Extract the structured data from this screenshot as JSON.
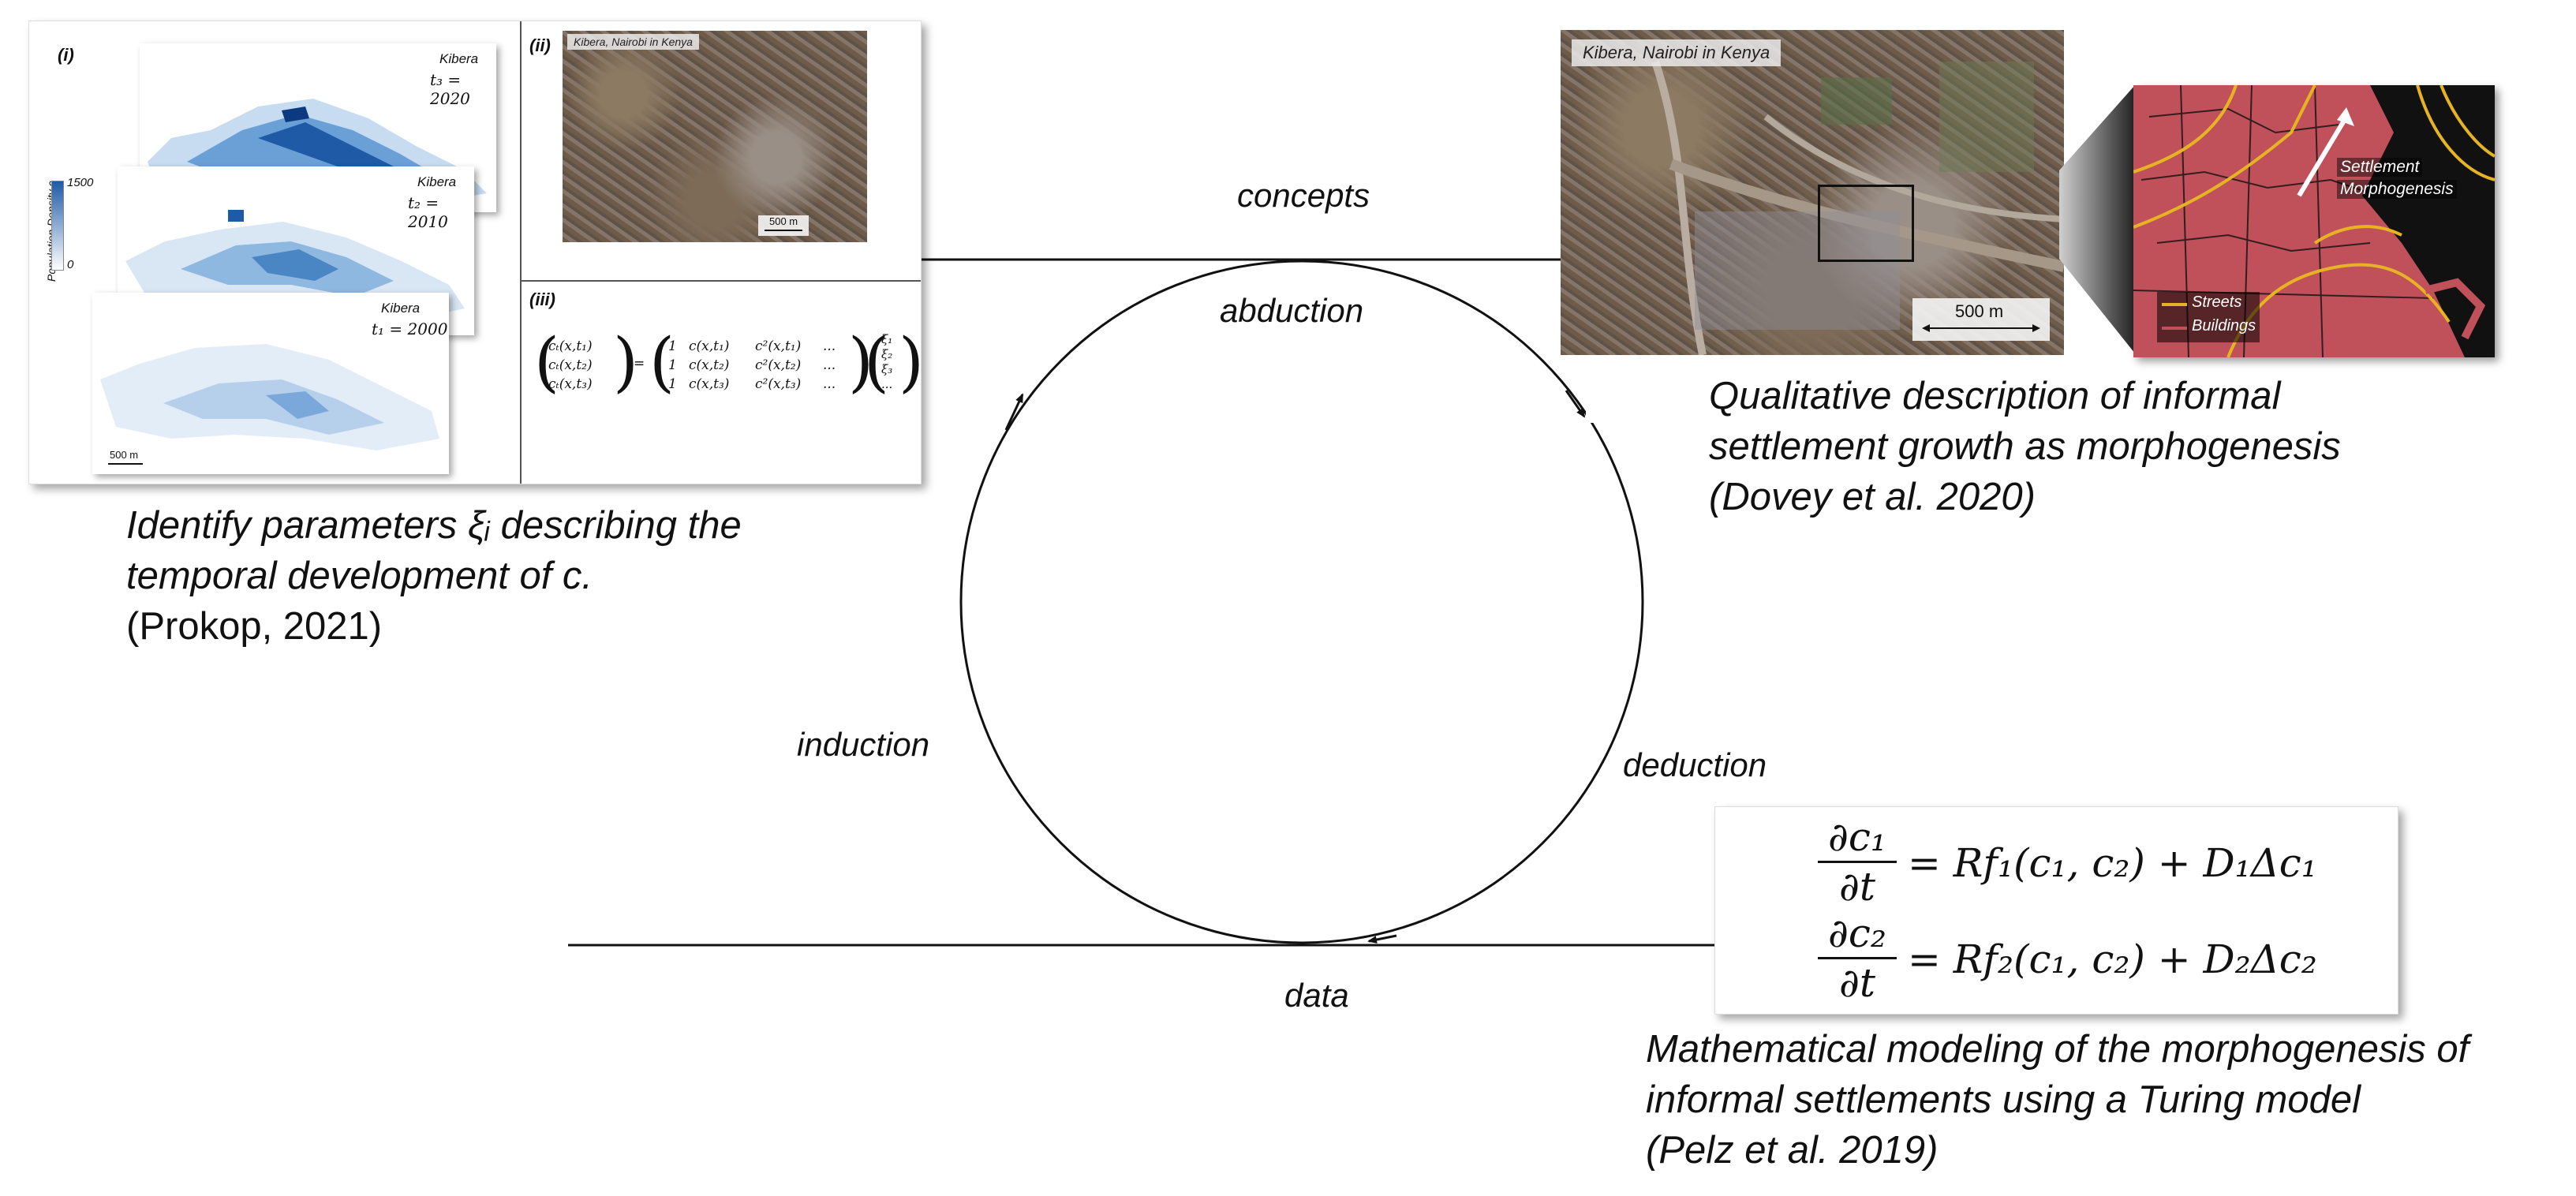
{
  "cycle": {
    "concepts": "concepts",
    "abduction": "abduction",
    "deduction": "deduction",
    "induction": "induction",
    "data": "data"
  },
  "top_left": {
    "panel_i": "(i)",
    "panel_ii": "(ii)",
    "panel_iii": "(iii)",
    "colorbar_title": "Population Density c",
    "colorbar_max": "1500",
    "colorbar_min": "0",
    "maps": [
      {
        "place": "Kibera",
        "t_label": "t₃ = 2020"
      },
      {
        "place": "Kibera",
        "t_label": "t₂ = 2010"
      },
      {
        "place": "Kibera",
        "t_label": "t₁ = 2000"
      }
    ],
    "map_scale": "500 m",
    "photo_label": "Kibera, Nairobi in Kenya",
    "photo_scale": "500 m",
    "matrix_lhs": [
      "cₜ(x,t₁)",
      "cₜ(x,t₂)",
      "cₜ(x,t₃)"
    ],
    "matrix_rows": [
      [
        "1",
        "c(x,t₁)",
        "c²(x,t₁)",
        "..."
      ],
      [
        "1",
        "c(x,t₂)",
        "c²(x,t₂)",
        "..."
      ],
      [
        "1",
        "c(x,t₃)",
        "c²(x,t₃)",
        "..."
      ]
    ],
    "matrix_vec": [
      "ξ₁",
      "ξ₂",
      "ξ₃",
      "..."
    ],
    "caption_line1": "Identify parameters ξᵢ describing the",
    "caption_line2": "temporal development of c.",
    "caption_line3": "(Prokop, 2021)"
  },
  "top_right": {
    "photo_label": "Kibera, Nairobi in Kenya",
    "photo_scale": "500 m",
    "arrow_label_1": "Settlement",
    "arrow_label_2": "Morphogenesis",
    "legend_streets": "Streets",
    "legend_buildings": "Buildings",
    "caption_line1": "Qualitative description of informal",
    "caption_line2": "settlement growth as morphogenesis",
    "caption_line3": "(Dovey et al. 2020)",
    "colors": {
      "streets": "#e6b422",
      "buildings": "#c0505a",
      "background": "#111111"
    }
  },
  "bottom_right": {
    "eq1_num": "∂c₁",
    "eq1_den": "∂t",
    "eq1_rhs": "= Rf₁(c₁, c₂) + D₁Δc₁",
    "eq2_num": "∂c₂",
    "eq2_den": "∂t",
    "eq2_rhs": "= Rf₂(c₁, c₂) + D₂Δc₂",
    "caption_line1": "Mathematical modeling of the morphogenesis of",
    "caption_line2": "informal settlements using a Turing model",
    "caption_line3": "(Pelz et al. 2019)"
  }
}
